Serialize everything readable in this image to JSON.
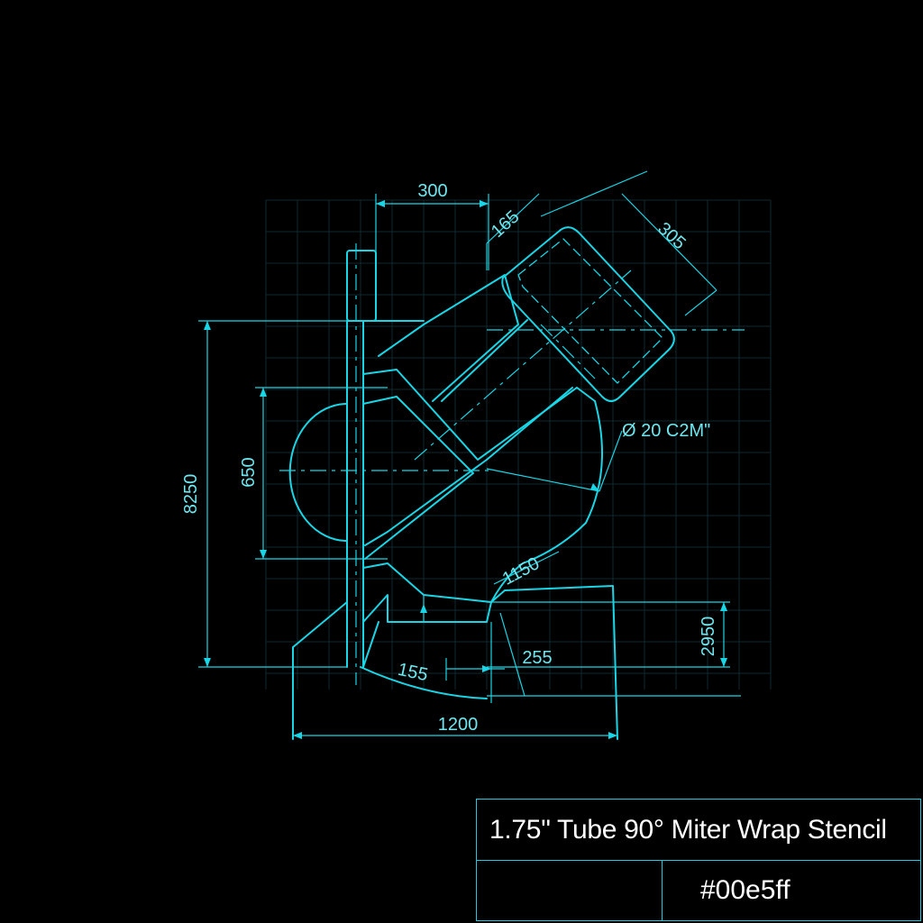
{
  "colors": {
    "background": "#000000",
    "line": "#19d6e6",
    "grid": "#103038",
    "text": "#6fe6ee",
    "title_text": "#ffffff"
  },
  "dimensions": {
    "d300": "300",
    "d165": "165",
    "d305": "305",
    "d8250": "8250",
    "d650": "650",
    "diameter": "Ø 20 C2M\"",
    "d1150": "1150",
    "d155": "155",
    "d255": "255",
    "d2950": "2950",
    "d1200": "1200"
  },
  "title_block": {
    "title": "1.75\" Tube 90° Miter Wrap Stencil",
    "code": "#00e5ff"
  }
}
